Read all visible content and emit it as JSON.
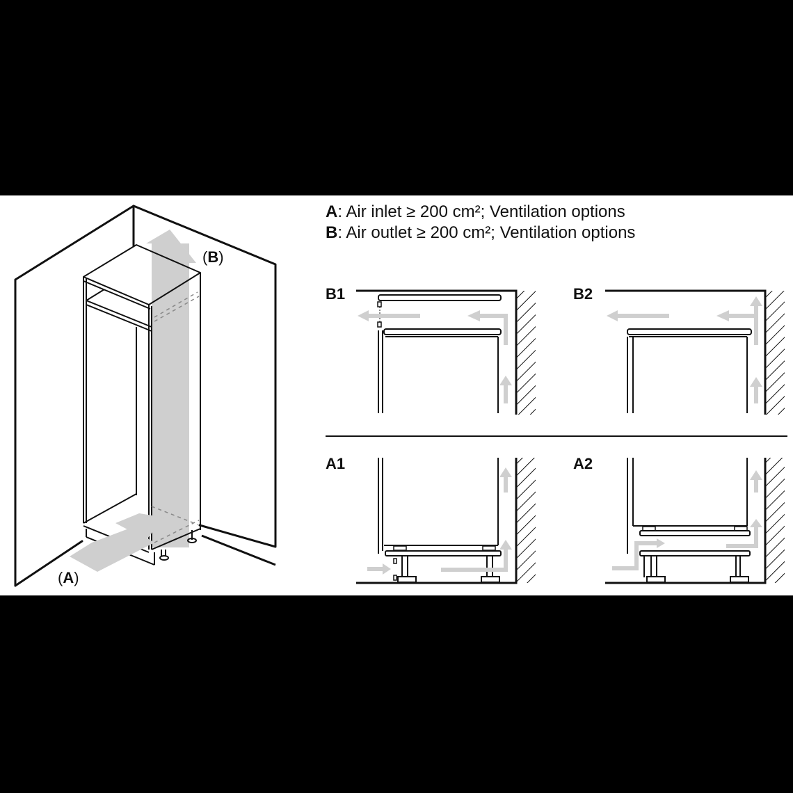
{
  "legend": [
    {
      "key": "A",
      "text": ": Air inlet ≥ 200 cm²; Ventilation options"
    },
    {
      "key": "B",
      "text": ": Air outlet ≥ 200 cm²; Ventilation options"
    }
  ],
  "perspective": {
    "inlet_label": "A",
    "outlet_label": "B"
  },
  "panels": [
    {
      "id": "B1",
      "label": "B1"
    },
    {
      "id": "B2",
      "label": "B2"
    },
    {
      "id": "A1",
      "label": "A1"
    },
    {
      "id": "A2",
      "label": "A2"
    }
  ],
  "colors": {
    "background": "#000000",
    "panel": "#ffffff",
    "line": "#111111",
    "airflow_arrow": "#cccccc"
  }
}
